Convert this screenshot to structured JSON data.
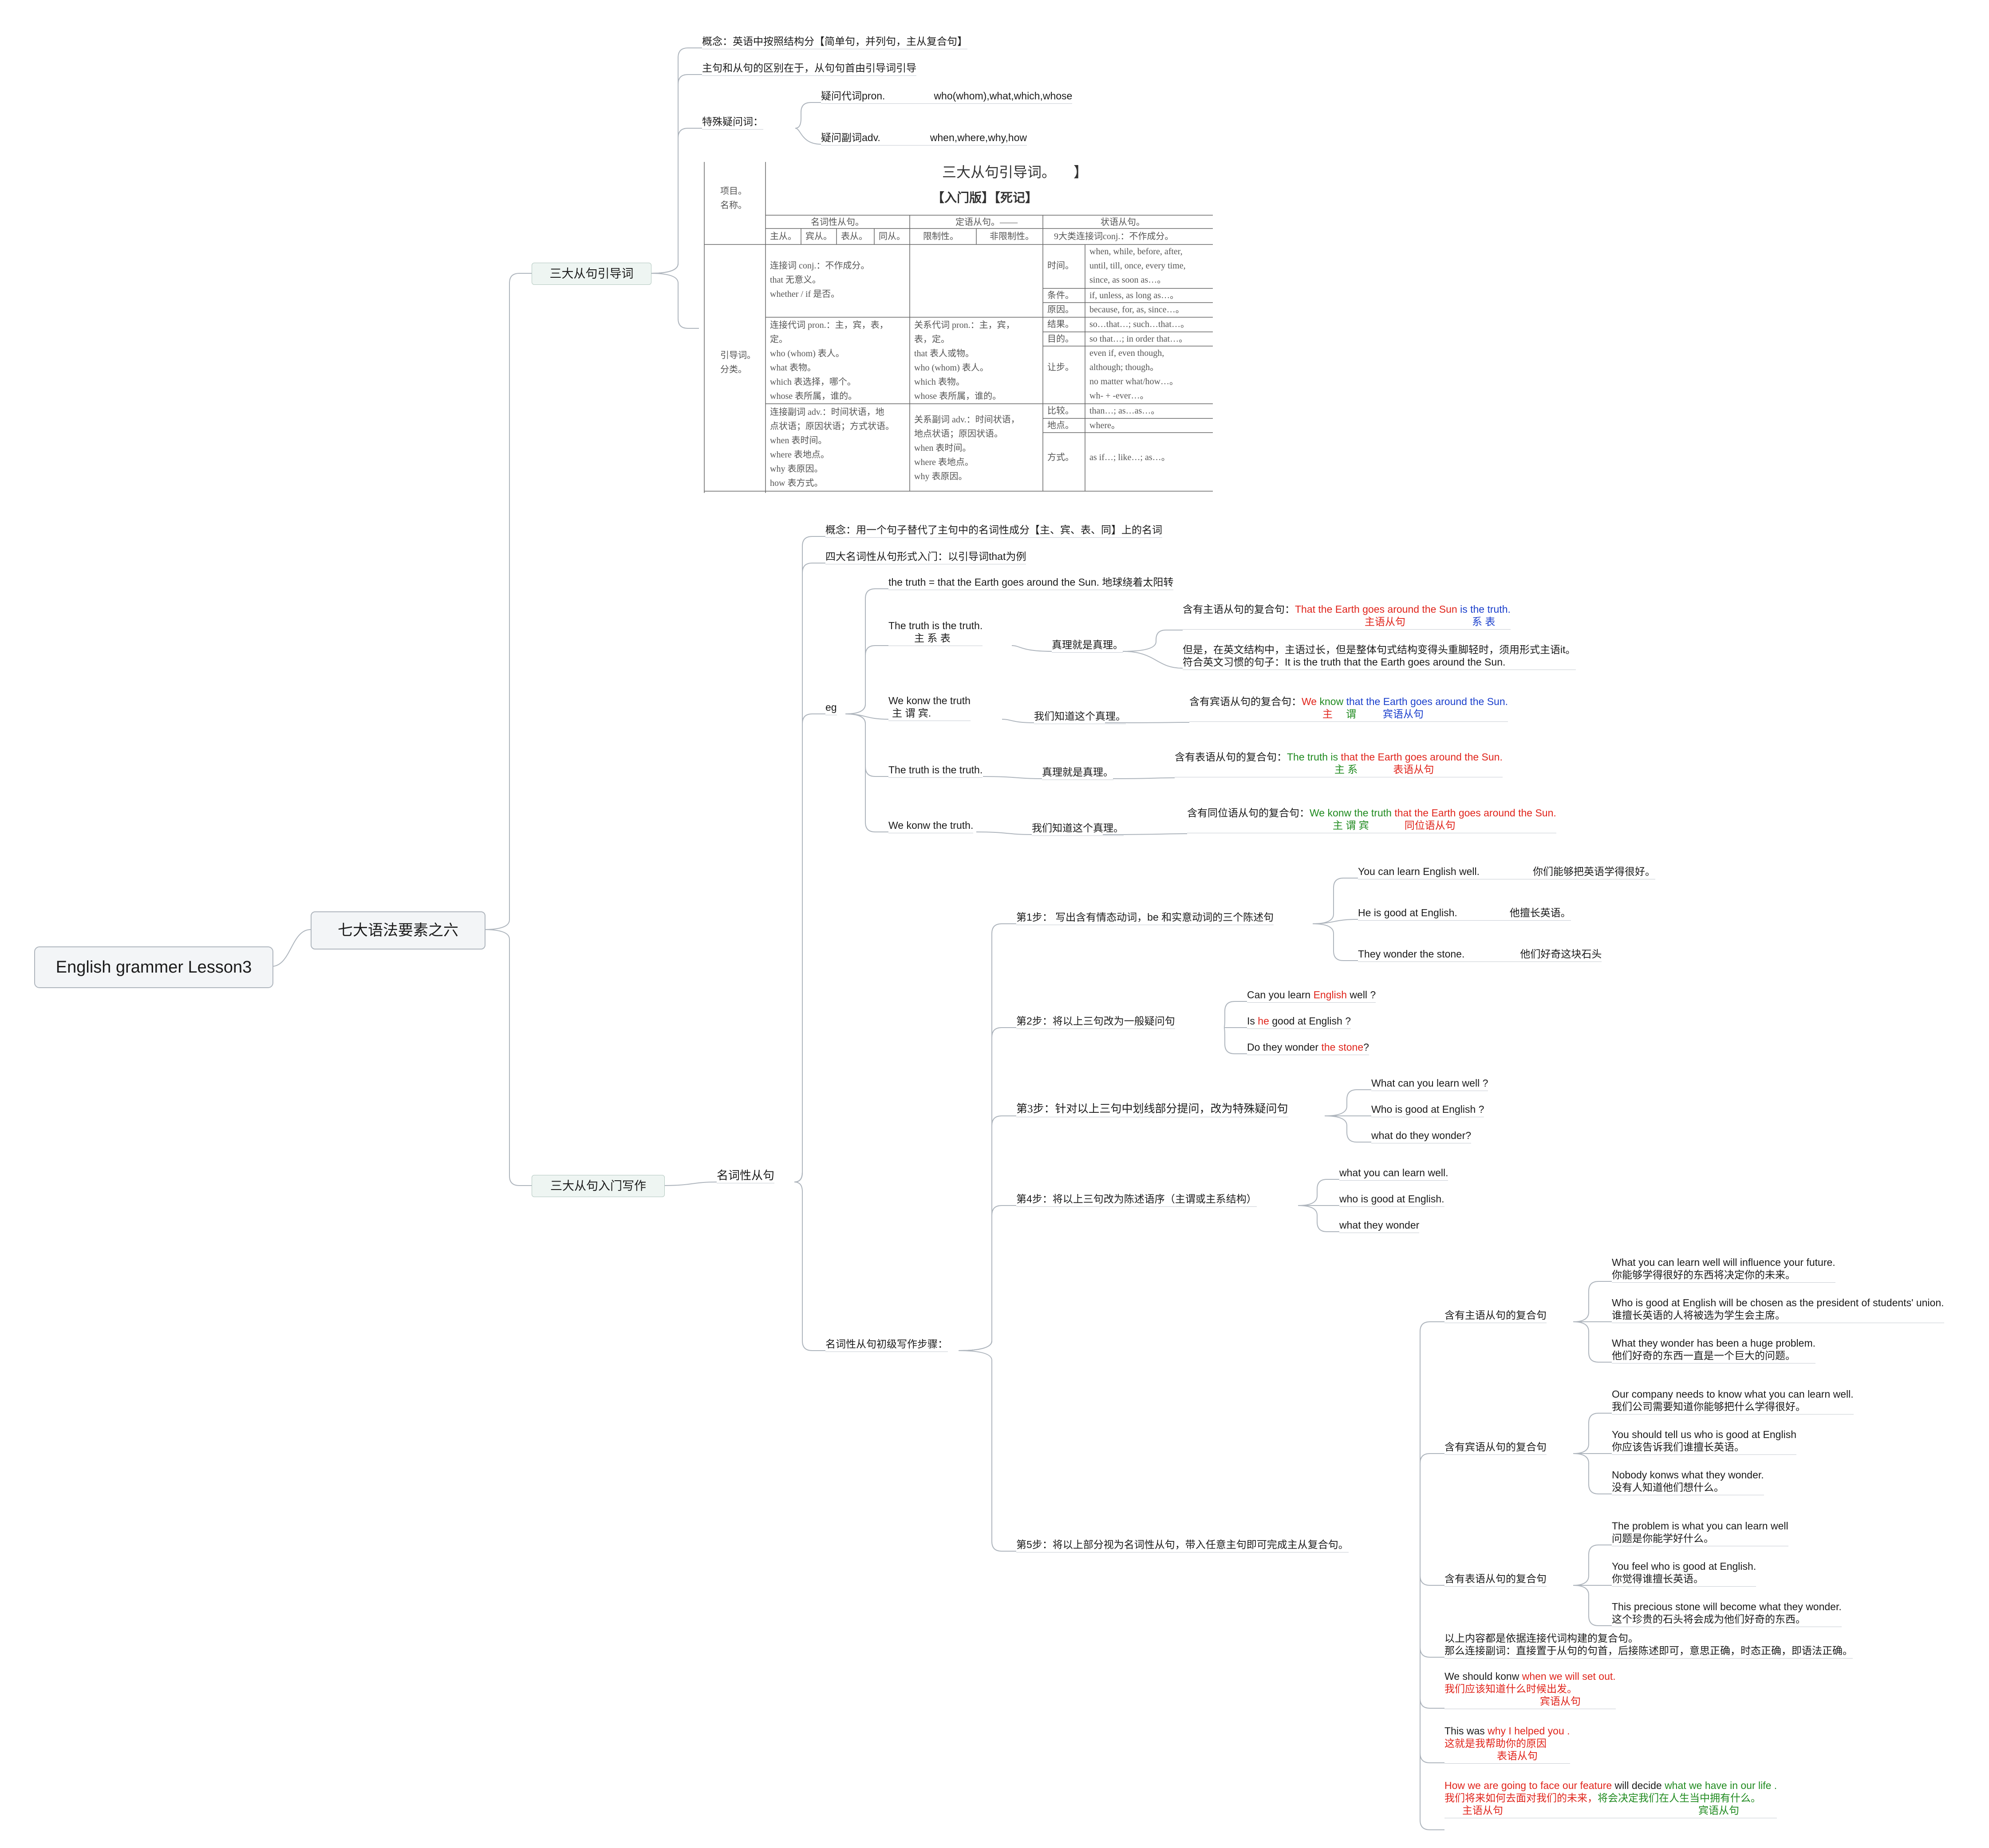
{
  "root": {
    "label": "English grammer Lesson3"
  },
  "main": {
    "label": "七大语法要素之六"
  },
  "topics": {
    "guide_words": "三大从句引导词",
    "writing": "三大从句入门写作"
  },
  "upper": {
    "concept": "概念：英语中按照结构分【简单句，并列句，主从复合句】",
    "difference": "主句和从句的区别在于，从句句首由引导词引导",
    "special": "特殊疑问词：",
    "pron_label": "疑问代词pron.",
    "pron_words": "who(whom),what,which,whose",
    "adv_label": "疑问副词adv.",
    "adv_words": "when,where,why,how"
  },
  "table": {
    "title": "三大从句引导词。",
    "bracket": "】",
    "subtitle": "【入门版】【死记】",
    "corner_1": "项目。",
    "corner_2": "名称。",
    "col_noun": "名词性从句。",
    "col_attr": "定语从句。——",
    "col_adv": "状语从句。",
    "noun_sub": [
      "主从。",
      "宾从。",
      "表从。",
      "同从。"
    ],
    "attr_sub": [
      "限制性。",
      "非限制性。"
    ],
    "adv_sub": "9大类连接词conj.：不作成分。",
    "row_label_1": "引导词。",
    "row_label_2": "分类。",
    "noun_conj": [
      "连接词 conj.：不作成分。",
      "that  无意义。",
      "whether / if  是否。"
    ],
    "noun_pron": [
      "连接代词 pron.：主，宾，表，",
      "定。",
      "who (whom) 表人。",
      "what  表物。",
      "which  表选择，哪个。",
      "whose  表所属，谁的。"
    ],
    "noun_adv": [
      "连接副词 adv.：时间状语，地",
      "点状语；原因状语；方式状语。",
      "when  表时间。",
      "where  表地点。",
      "why  表原因。",
      "how  表方式。"
    ],
    "attr_pron": [
      "关系代词 pron.：主，宾，",
      "表，定。",
      "that  表人或物。",
      "who (whom) 表人。",
      "which  表物。",
      "whose  表所属，谁的。"
    ],
    "attr_adv": [
      "关系副词 adv.：时间状语，",
      "地点状语；原因状语。",
      "when  表时间。",
      "where  表地点。",
      "why  表原因。"
    ],
    "adv_rows": [
      {
        "k": "时间。",
        "v": [
          "when, while, before, after,",
          "until, till, once, every time,",
          "since, as soon as…。"
        ]
      },
      {
        "k": "条件。",
        "v": [
          "if, unless, as long as…。"
        ]
      },
      {
        "k": "原因。",
        "v": [
          "because, for, as, since…。"
        ]
      },
      {
        "k": "结果。",
        "v": [
          "so…that…; such…that…。"
        ]
      },
      {
        "k": "目的。",
        "v": [
          "so that…; in order that…。"
        ]
      },
      {
        "k": "让步。",
        "v": [
          "even if, even though,",
          "although; though。",
          "no matter what/how…。",
          "wh- + -ever…。"
        ]
      },
      {
        "k": "比较。",
        "v": [
          "than…; as…as…。"
        ]
      },
      {
        "k": "地点。",
        "v": [
          "where。"
        ]
      },
      {
        "k": "方式。",
        "v": [
          "as if…; like…; as…。"
        ]
      }
    ]
  },
  "noun_section": {
    "concept": "概念：用一个句子替代了主句中的名词性成分【主、宾、表、同】上的名词",
    "intro": "四大名词性从句形式入门：以引导词that为例",
    "eg": "eg",
    "noun_clause": "名词性从句",
    "steps_label": "名词性从句初级写作步骤：",
    "eq_line": "the  truth = that the Earth goes around the Sun. 地球绕着太阳转",
    "ex1": {
      "en": "The truth is  the truth.",
      "marks": "主    系       表",
      "cn": "真理就是真理。",
      "sub_label": "含有主语从句的复合句：",
      "sub_red": "That the Earth goes around the Sun",
      "sub_blue": " is the truth.",
      "tag_red": "主语从句",
      "tag_blue": "系      表",
      "note_1": "但是，在英文结构中，主语过长，但是整体句式结构变得头重脚轻时，须用形式主语it。",
      "note_2": "符合英文习惯的句子：It is the truth that the Earth goes around the Sun."
    },
    "ex2": {
      "en": "We konw the truth",
      "marks": "主   谓           宾.",
      "cn": "我们知道这个真理。",
      "label": "含有宾语从句的复合句：",
      "s1": "We",
      "s2": " know",
      "s3": " that the Earth goes around the Sun.",
      "tag1": "主",
      "tag2": "谓",
      "tag3": "宾语从句"
    },
    "ex3": {
      "en": "The truth is the truth.",
      "cn": "真理就是真理。",
      "label": "含有表语从句的复合句：",
      "s1": "The truth is",
      "s2": " that the Earth goes around the Sun.",
      "tag1": "主     系",
      "tag2": "表语从句"
    },
    "ex4": {
      "en": "We konw the truth.",
      "cn": "我们知道这个真理。",
      "label": "含有同位语从句的复合句：",
      "s1": "We konw the truth",
      "s2": " that the Earth goes around the Sun.",
      "tag1": "主    谓          宾",
      "tag2": "同位语从句"
    }
  },
  "steps": {
    "s1": {
      "label": "第1步： 写出含有情态动词，be 和实意动词的三个陈述句",
      "items": [
        {
          "en": "You can learn English well.",
          "cn": "你们能够把英语学得很好。"
        },
        {
          "en": "He  is good at English.",
          "cn": "他擅长英语。"
        },
        {
          "en": "They wonder the stone.",
          "cn": "他们好奇这块石头"
        }
      ]
    },
    "s2": {
      "label": "第2步：将以上三句改为一般疑问句",
      "q1a": "Can you learn ",
      "q1b": "English",
      "q1c": " well ?",
      "q2a": "Is ",
      "q2b": "he",
      "q2c": " good at English ?",
      "q3a": "Do they wonder ",
      "q3b": "the stone",
      "q3c": "?"
    },
    "s3": {
      "label": "第3步：针对以上三句中划线部分提问，改为特殊疑问句",
      "items": [
        "What can you learn well ?",
        "Who is good  at English ?",
        "what do they wonder?"
      ]
    },
    "s4": {
      "label": "第4步：将以上三句改为陈述语序（主谓或主系结构）",
      "items": [
        "what you can learn well.",
        "who is good at English.",
        "what they wonder"
      ]
    },
    "s5": {
      "label": "第5步：将以上部分视为名词性从句，带入任意主句即可完成主从复合句。",
      "subj": {
        "label": "含有主语从句的复合句",
        "items": [
          {
            "en": "What you can learn well will influence your future.",
            "cn": "你能够学得很好的东西将决定你的未来。"
          },
          {
            "en": "Who is good at English will be chosen as the president of students' union.",
            "cn": "谁擅长英语的人将被选为学生会主席。"
          },
          {
            "en": "What they wonder has been a huge problem.",
            "cn": "他们好奇的东西一直是一个巨大的问题。"
          }
        ]
      },
      "obj": {
        "label": "含有宾语从句的复合句",
        "items": [
          {
            "en": "Our company needs to know what  you can learn well.",
            "cn": "我们公司需要知道你能够把什么学得很好。"
          },
          {
            "en": "You should tell us who is good at English",
            "cn": "你应该告诉我们谁擅长英语。"
          },
          {
            "en": "Nobody konws what they wonder.",
            "cn": "没有人知道他们想什么。"
          }
        ]
      },
      "pred": {
        "label": "含有表语从句的复合句",
        "items": [
          {
            "en": "The problem is what you can learn well",
            "cn": "问题是你能学好什么。"
          },
          {
            "en": "You feel who is good at English.",
            "cn": "你觉得谁擅长英语。"
          },
          {
            "en": "This precious stone will become what they wonder.",
            "cn": "这个珍贵的石头将会成为他们好奇的东西。"
          }
        ]
      },
      "summary_1": "以上内容都是依据连接代词构建的复合句。",
      "summary_2": "那么连接副词：直接置于从句的句首，后接陈述即可，意思正确，时态正确，即语法正确。",
      "ex_a": {
        "en1": "We should konw ",
        "en2": "when we will set out.",
        "cn": "我们应该知道什么时候出发。",
        "tag": "宾语从句"
      },
      "ex_b": {
        "en1": "This was ",
        "en2": "why I helped you .",
        "cn": "这就是我帮助你的原因",
        "tag": "表语从句"
      },
      "ex_c": {
        "r1": "How we are going to face our feature",
        "k1": " will decide ",
        "g1": "what we have in our life .",
        "cn1": "我们将来如何去面对我们的未来，",
        "cn2": "将会决定我们在人生当中拥有什么。",
        "tag1": "主语从句",
        "tag2": "宾语从句"
      }
    }
  },
  "colors": {
    "red": "#e0241b",
    "blue": "#1a3fcc",
    "green": "#1f8a1f",
    "line": "#aeb5bd"
  }
}
